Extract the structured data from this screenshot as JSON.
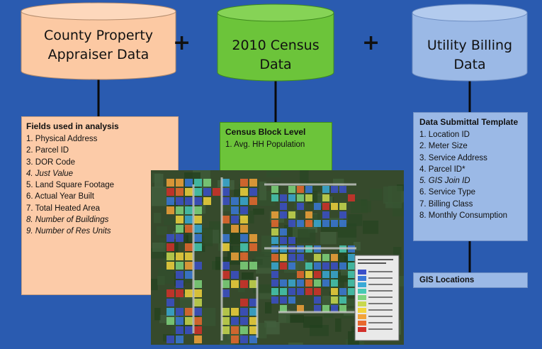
{
  "sources": [
    {
      "label_line1": "County Property",
      "label_line2": "Appraiser Data",
      "fill": "#fcc9a3",
      "top_fill": "#fdd8bc"
    },
    {
      "label_line1": "2010 Census",
      "label_line2": "Data",
      "fill": "#6cc43a",
      "top_fill": "#86d356"
    },
    {
      "label_line1": "Utility Billing",
      "label_line2": "Data",
      "fill": "#9bb9e6",
      "top_fill": "#b3cbee"
    }
  ],
  "plus_signs": [
    "+",
    "+"
  ],
  "property_box": {
    "heading": "Fields used in analysis",
    "items": [
      {
        "text": "1. Physical Address",
        "italic": false
      },
      {
        "text": "2. Parcel ID",
        "italic": false
      },
      {
        "text": "3. DOR Code",
        "italic": false
      },
      {
        "text": "4. Just Value",
        "italic": true
      },
      {
        "text": "5. Land Square Footage",
        "italic": false
      },
      {
        "text": "6. Actual Year Built",
        "italic": false
      },
      {
        "text": "7. Total Heated Area",
        "italic": false
      },
      {
        "text": "8. Number of Buildings",
        "italic": true
      },
      {
        "text": "9. Number of Res Units",
        "italic": true
      }
    ]
  },
  "census_box": {
    "heading": "Census Block Level",
    "items": [
      {
        "text": "1. Avg. HH Population",
        "italic": false
      }
    ]
  },
  "utility_box": {
    "heading": "Data Submittal Template",
    "items": [
      {
        "text": "1. Location ID",
        "italic": false
      },
      {
        "text": "2. Meter Size",
        "italic": false
      },
      {
        "text": "3. Service Address",
        "italic": false
      },
      {
        "text": "4. Parcel ID*",
        "italic": false
      },
      {
        "text": "5. GIS Join ID",
        "italic": true
      },
      {
        "text": "6. Service Type",
        "italic": false
      },
      {
        "text": "7. Billing Class",
        "italic": false
      },
      {
        "text": "8. Monthly Consumption",
        "italic": false
      }
    ]
  },
  "gis_box": {
    "heading": "GIS Locations"
  },
  "colors": {
    "background": "#2a5bb0",
    "connector": "#0a0a0a",
    "map_palette": [
      "#3b4fc9",
      "#3a78d8",
      "#39a9d6",
      "#46c9b4",
      "#7fd37c",
      "#c8d84f",
      "#f2d43d",
      "#f2a23a",
      "#e8682e",
      "#d2302a"
    ]
  }
}
